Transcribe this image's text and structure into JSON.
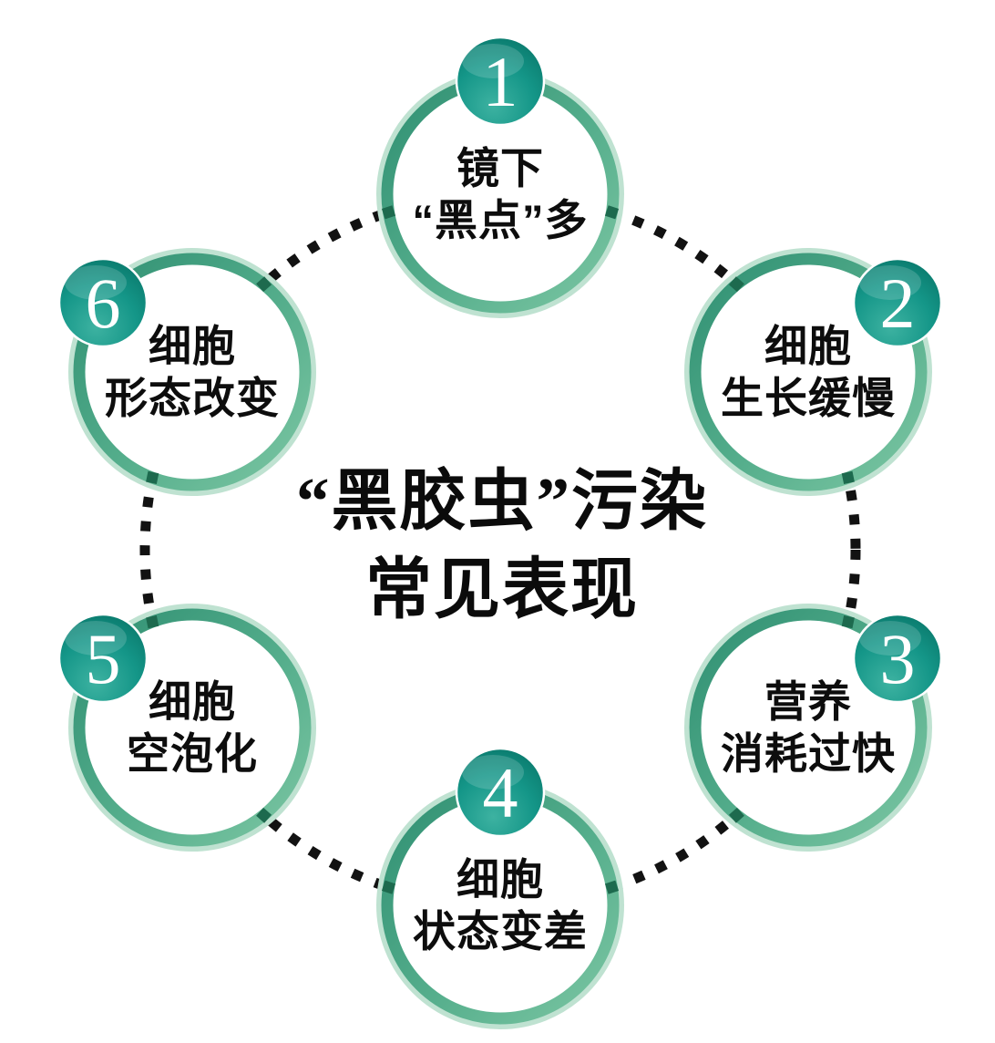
{
  "title": {
    "line1": "“黑胶虫”污染",
    "line2": "常见表现"
  },
  "items": [
    {
      "number": "1",
      "line1": "镜下",
      "line2": "“黑点”多"
    },
    {
      "number": "2",
      "line1": "细胞",
      "line2": "生长缓慢"
    },
    {
      "number": "3",
      "line1": "营养",
      "line2": "消耗过快"
    },
    {
      "number": "4",
      "line1": "细胞",
      "line2": "状态变差"
    },
    {
      "number": "5",
      "line1": "细胞",
      "line2": "空泡化"
    },
    {
      "number": "6",
      "line1": "细胞",
      "line2": "形态改变"
    }
  ],
  "colors": {
    "ring_dark": "#2f8f72",
    "ring_light": "#7cc6a3",
    "ring_halo": "#bfe2d1",
    "badge_teal_dark": "#077063",
    "badge_teal_mid": "#149688",
    "badge_teal_light": "#3db2a1",
    "junction_green": "#1d6a4e",
    "dash_black": "#121212",
    "text_black": "#0d0d0d"
  }
}
